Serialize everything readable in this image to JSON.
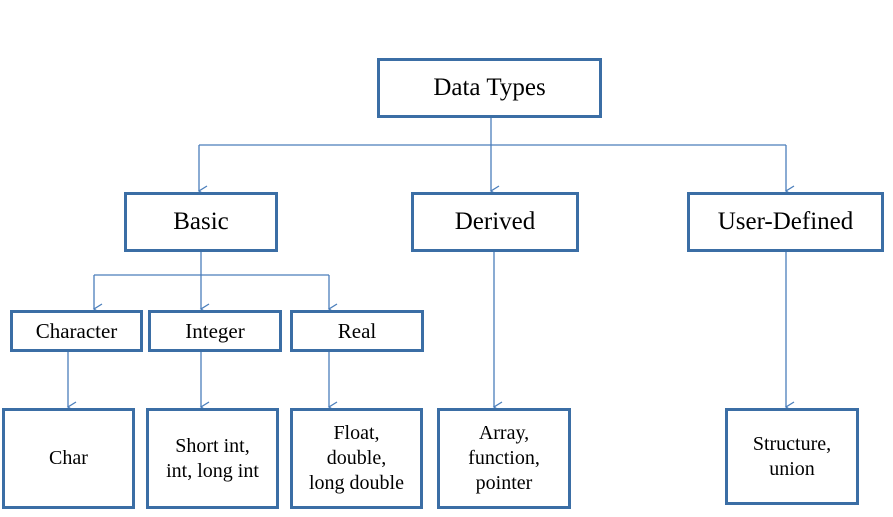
{
  "diagram": {
    "colors": {
      "border": "#3b6ea5",
      "connector": "#4a7ebb",
      "text": "#000000"
    },
    "nodes": {
      "root": "Data Types",
      "basic": "Basic",
      "derived": "Derived",
      "user_defined": "User-Defined",
      "character": "Character",
      "integer": "Integer",
      "real": "Real",
      "char": "Char",
      "integer_types": "Short int,\nint, long int",
      "real_types": "Float,\ndouble,\nlong double",
      "derived_types": "Array,\nfunction,\npointer",
      "user_types": "Structure,\nunion"
    },
    "edges": [
      [
        "root",
        "basic"
      ],
      [
        "root",
        "derived"
      ],
      [
        "root",
        "user_defined"
      ],
      [
        "basic",
        "character"
      ],
      [
        "basic",
        "integer"
      ],
      [
        "basic",
        "real"
      ],
      [
        "character",
        "char"
      ],
      [
        "integer",
        "integer_types"
      ],
      [
        "real",
        "real_types"
      ],
      [
        "derived",
        "derived_types"
      ],
      [
        "user_defined",
        "user_types"
      ]
    ]
  }
}
